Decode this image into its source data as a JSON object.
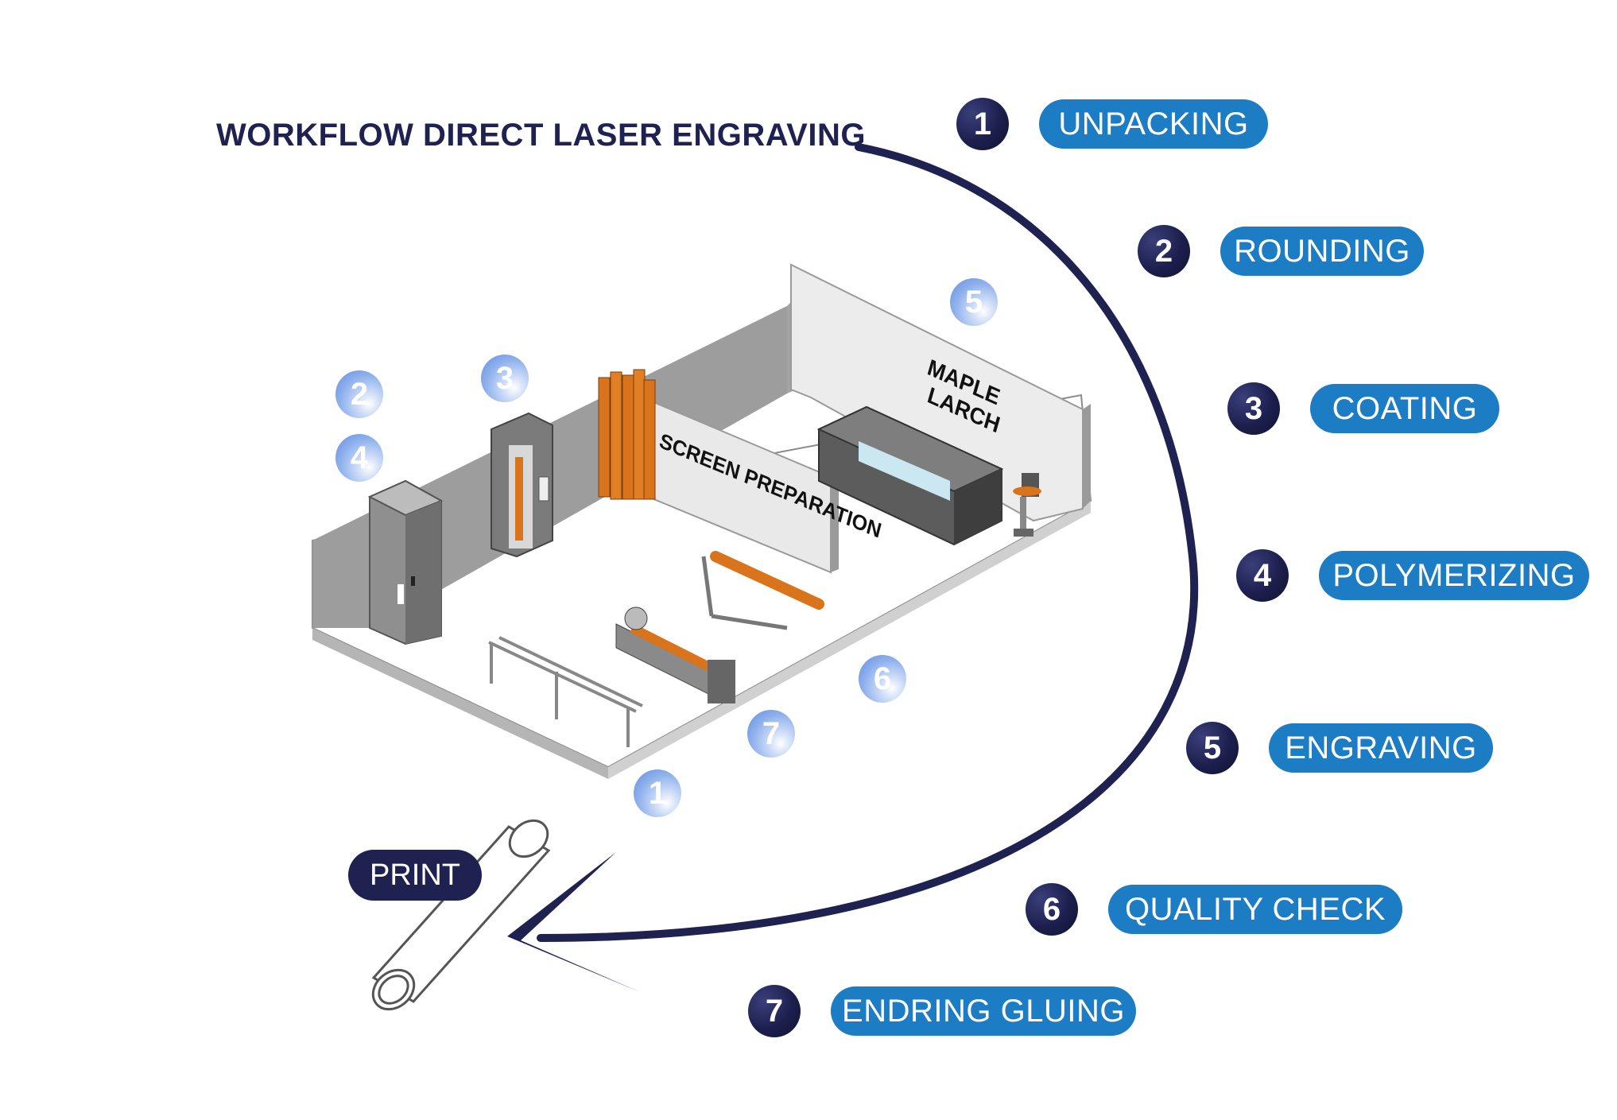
{
  "title": "WORKFLOW DIRECT LASER ENGRAVING",
  "steps": [
    {
      "num": "1",
      "label": "UNPACKING"
    },
    {
      "num": "2",
      "label": "ROUNDING"
    },
    {
      "num": "3",
      "label": "COATING"
    },
    {
      "num": "4",
      "label": "POLYMERIZING"
    },
    {
      "num": "5",
      "label": "ENGRAVING"
    },
    {
      "num": "6",
      "label": "QUALITY CHECK"
    },
    {
      "num": "7",
      "label": "ENDRING GLUING"
    }
  ],
  "room_markers": [
    "2",
    "4",
    "3",
    "5",
    "6",
    "7",
    "1"
  ],
  "walls": {
    "screen_preparation": "SCREEN PREPARATION",
    "machine_line1": "MAPLE",
    "machine_line2": "LARCH"
  },
  "print_label": "PRINT",
  "colors": {
    "navy": "#1f2150",
    "step_blue": "#1c7cc4",
    "marker_blue": "#7ea6ea",
    "sleeve_orange": "#d9741c",
    "wall_grey": "#a9a9a9"
  }
}
